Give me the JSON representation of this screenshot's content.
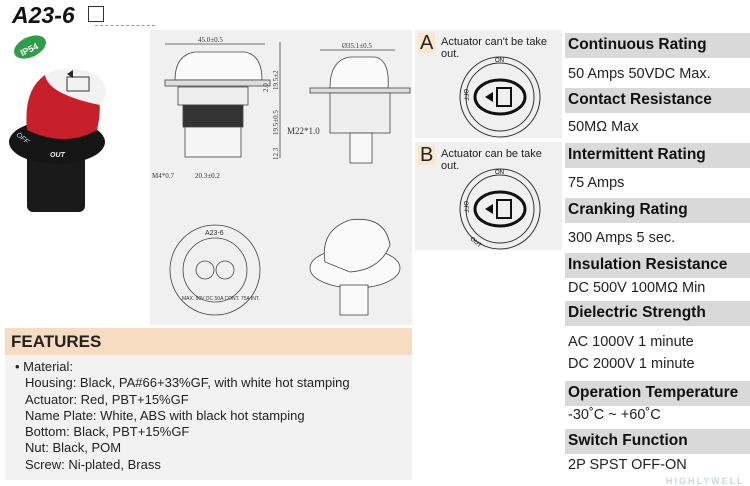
{
  "title": "A23-6",
  "badge": "IP54",
  "product_labels": {
    "off": "OFF",
    "out": "OUT"
  },
  "drawing": {
    "width": "45.0±0.5",
    "dia": "Ø35.1±0.5",
    "h1": "2.0",
    "h2": "19.5±2",
    "h3": "19.5±0.5",
    "h4": "12.3",
    "thread": "M22*1.0",
    "screw": "M4*0.7",
    "pitch": "20.3±0.2",
    "plate_model": "A23-6",
    "plate_rating": "MAX. 50V DC   50A CONT.   75A INT."
  },
  "actuator": [
    {
      "letter": "A",
      "caption": "Actuator can't be take out.",
      "on": "ON",
      "off": "OFF"
    },
    {
      "letter": "B",
      "caption": "Actuator can be take out.",
      "on": "ON",
      "off": "OFF",
      "out": "OUT"
    }
  ],
  "specs": [
    {
      "label": "Continuous Rating",
      "values": [
        "50 Amps 50VDC Max."
      ]
    },
    {
      "label": "Contact Resistance",
      "values": [
        "50MΩ  Max"
      ]
    },
    {
      "label": "Intermittent Rating",
      "values": [
        "75 Amps"
      ]
    },
    {
      "label": "Cranking Rating",
      "values": [
        "300 Amps 5 sec."
      ]
    },
    {
      "label": "Insulation Resistance",
      "values": [
        "DC 500V 100MΩ  Min"
      ]
    },
    {
      "label": "Dielectric Strength",
      "values": [
        "AC 1000V 1 minute",
        "DC 2000V 1 minute"
      ]
    },
    {
      "label": "Operation Temperature",
      "values": [
        "-30˚C ~ +60˚C"
      ]
    },
    {
      "label": "Switch Function",
      "values": [
        "2P SPST OFF-ON"
      ]
    }
  ],
  "features": {
    "heading": "FEATURES",
    "lead": "• Material:",
    "items": [
      "Housing: Black, PA#66+33%GF, with white hot stamping",
      "Actuator: Red, PBT+15%GF",
      "Name Plate: White, ABS with black hot stamping",
      "Bottom: Black, PBT+15%GF",
      "Nut: Black, POM",
      "Screw: Ni-plated, Brass"
    ]
  },
  "watermark": "HIGHLYWELL",
  "colors": {
    "actuator_red": "#c8202a",
    "header_gray": "#d9d9d9",
    "feature_header": "#f8dcc2",
    "badge_green": "#2e9e4a"
  }
}
